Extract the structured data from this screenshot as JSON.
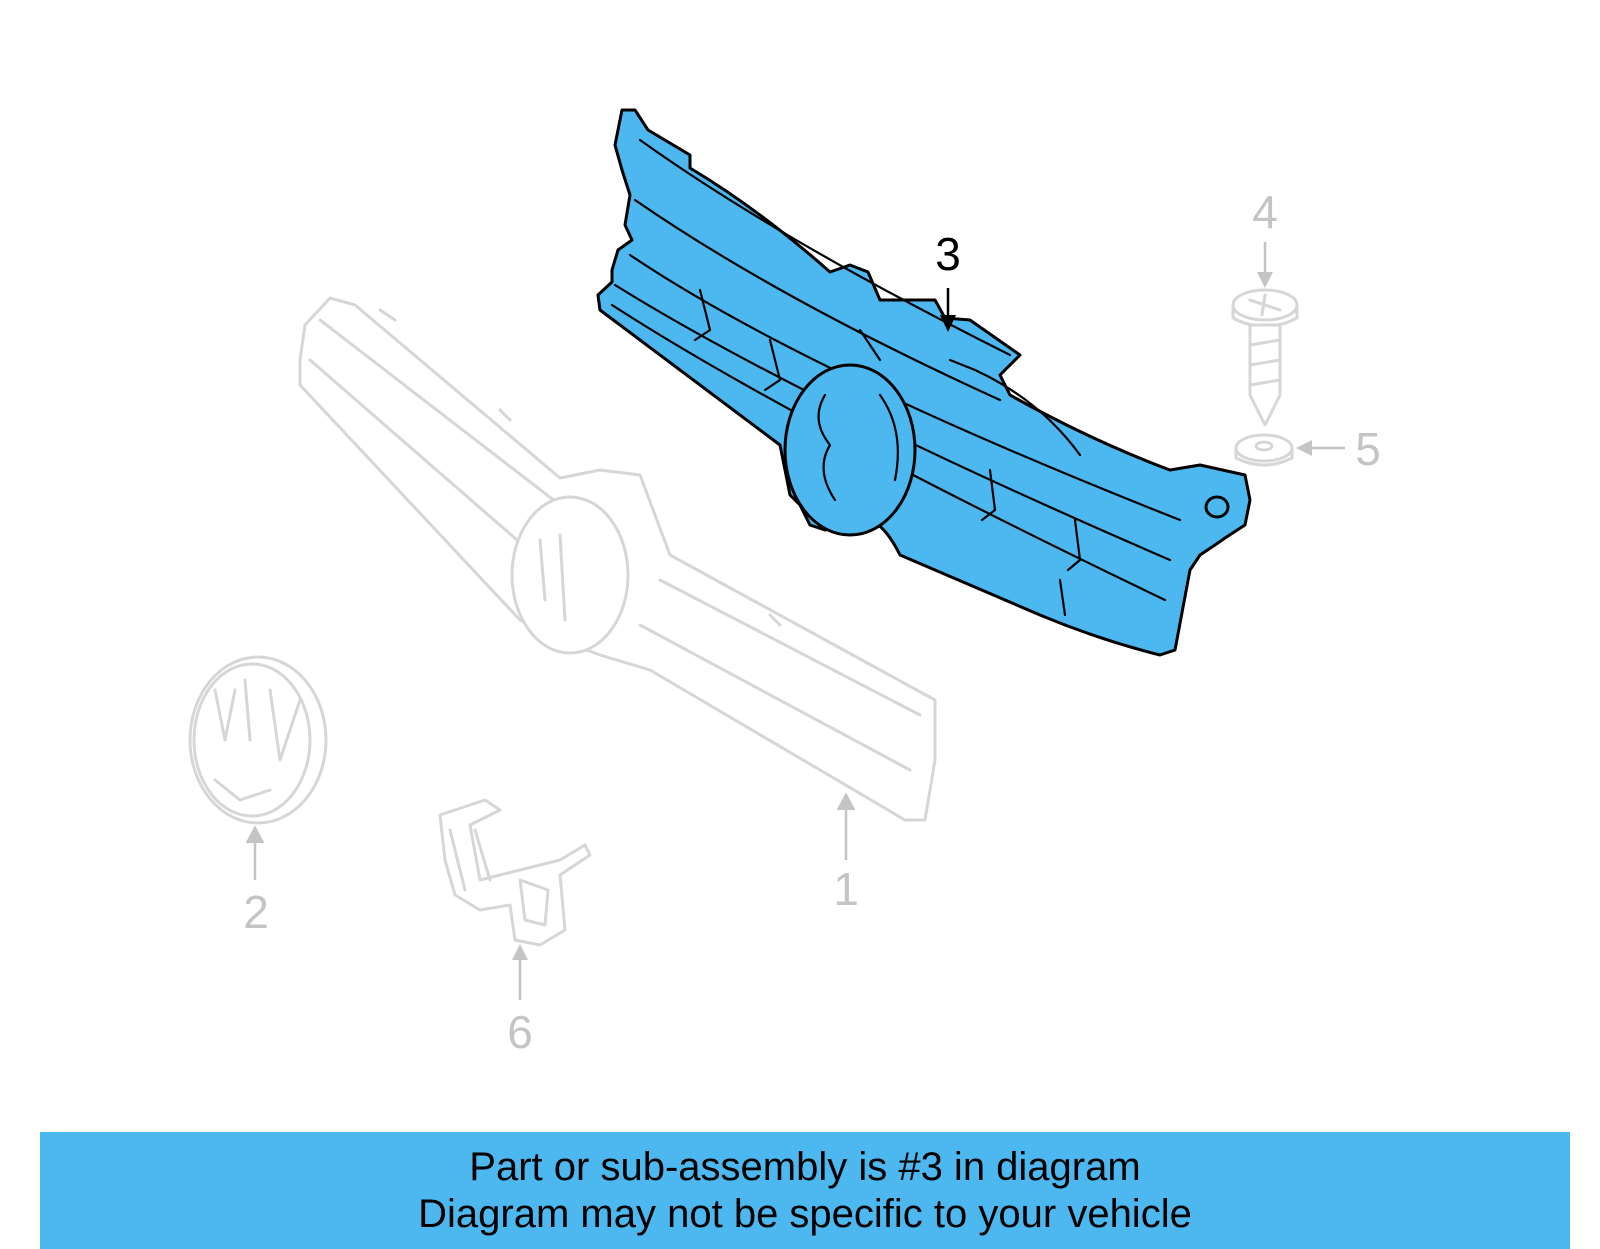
{
  "callouts": {
    "part1": "1",
    "part2": "2",
    "part3": "3",
    "part4": "4",
    "part5": "5",
    "part6": "6"
  },
  "banner": {
    "line1": "Part or sub-assembly is #3 in diagram",
    "line2": "Diagram may not be specific to your vehicle"
  },
  "colors": {
    "highlight": "#4db8f0",
    "ghost": "#d6d6d6",
    "label_grey": "#c4c4c4"
  }
}
